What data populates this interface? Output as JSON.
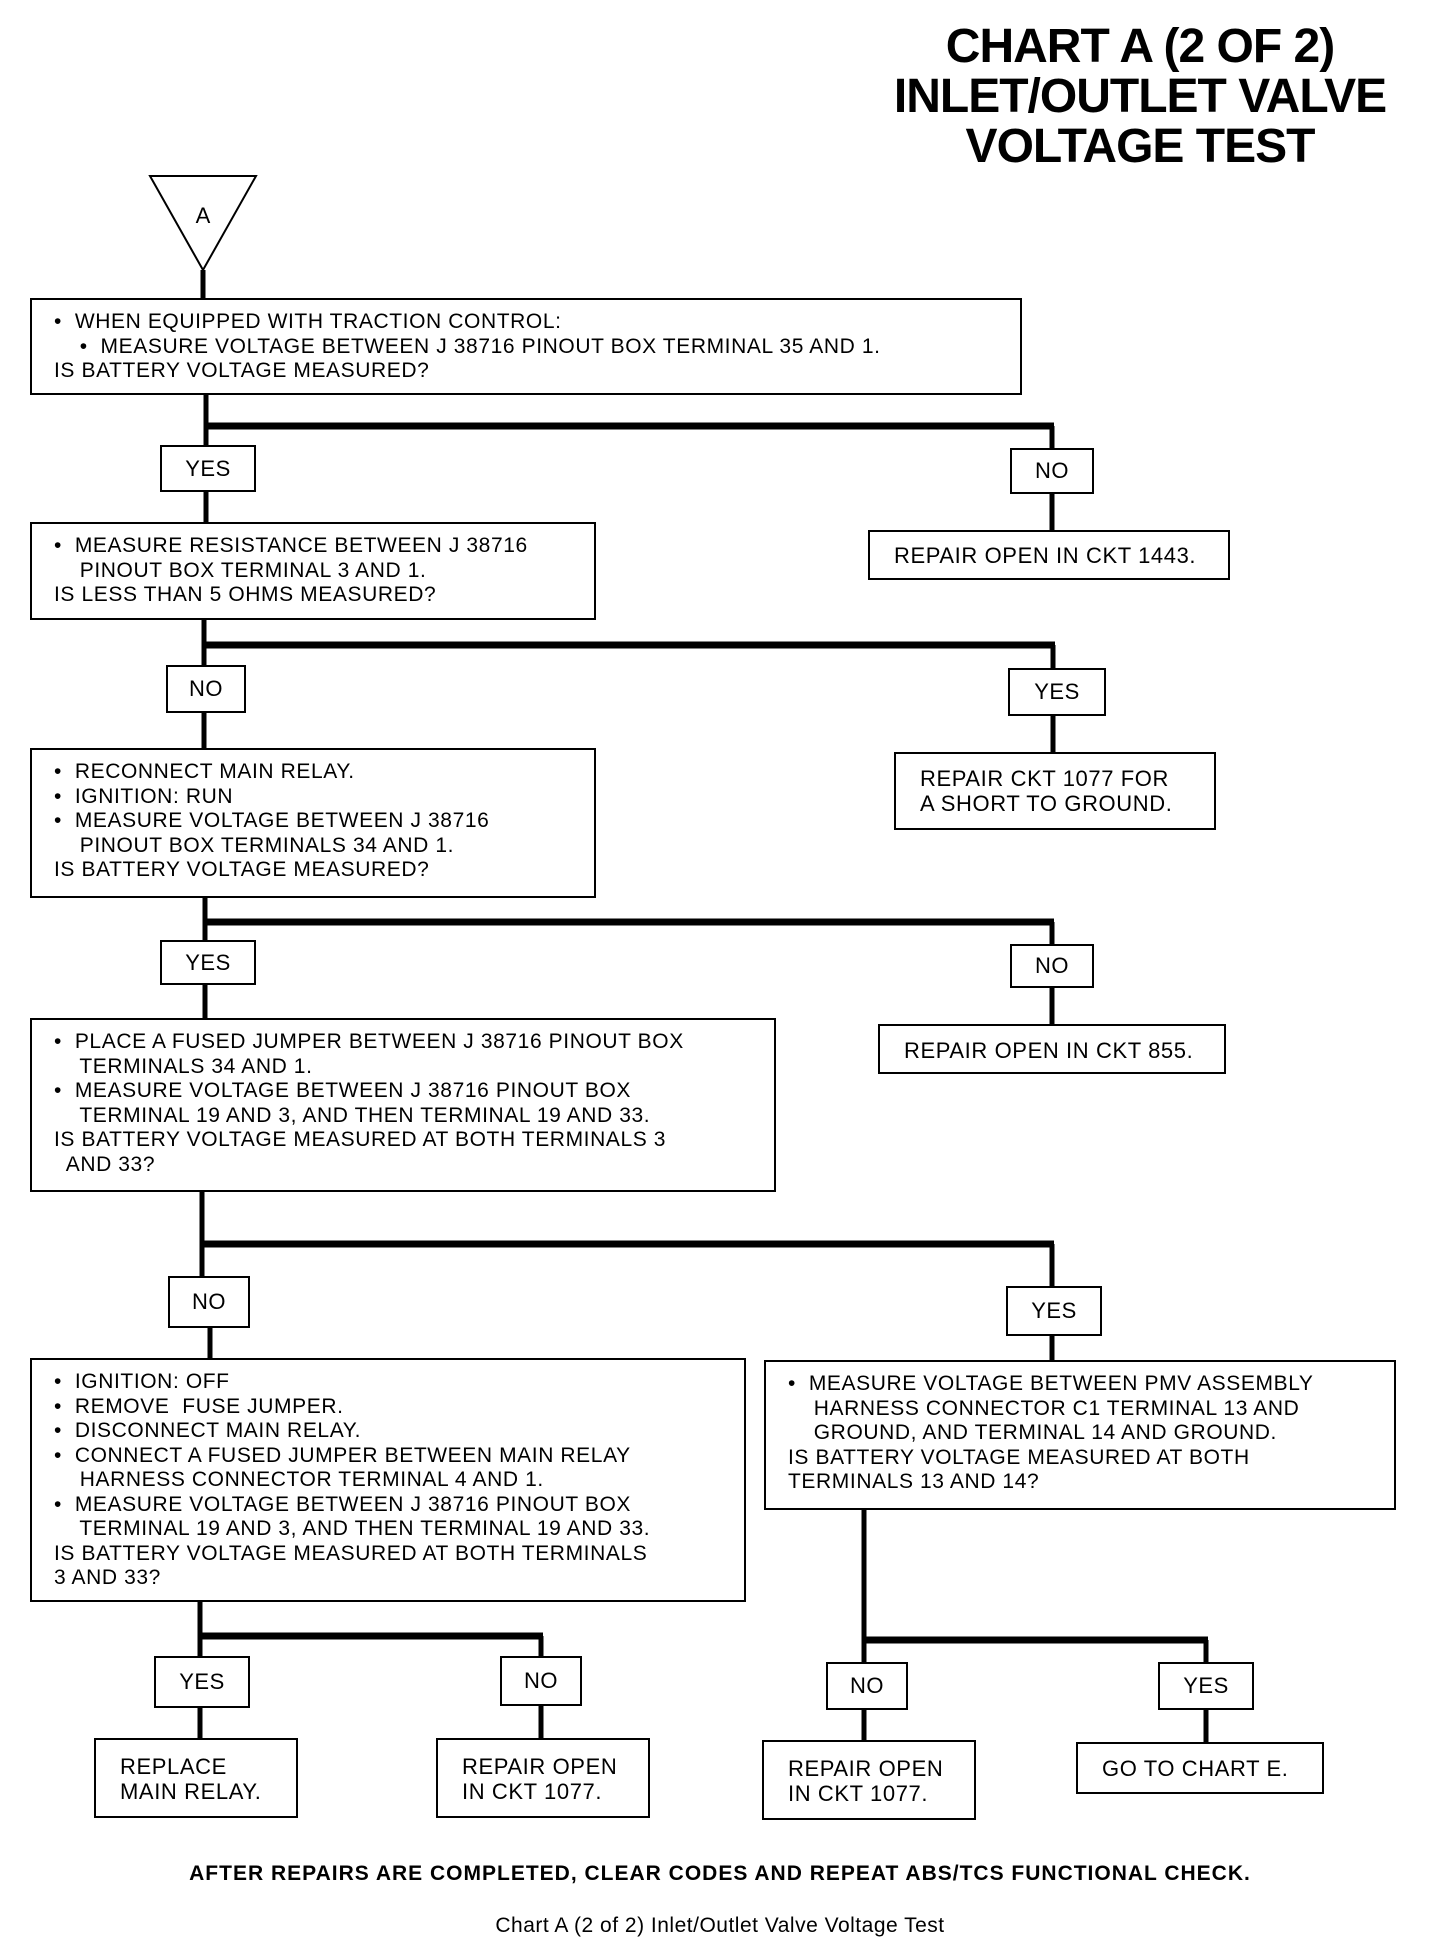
{
  "title": {
    "line1": "CHART A (2 OF 2)",
    "line2": "INLET/OUTLET VALVE",
    "line3": "VOLTAGE TEST"
  },
  "start_symbol": "A",
  "steps": {
    "s1": [
      "•  WHEN EQUIPPED WITH TRACTION CONTROL:",
      "    •  MEASURE VOLTAGE BETWEEN J 38716 PINOUT BOX TERMINAL 35 AND 1.",
      "IS BATTERY VOLTAGE MEASURED?"
    ],
    "s2": [
      "•  MEASURE RESISTANCE BETWEEN J 38716",
      "    PINOUT BOX TERMINAL 3 AND 1.",
      "IS LESS THAN 5 OHMS MEASURED?"
    ],
    "s3": [
      "•  RECONNECT MAIN RELAY.",
      "•  IGNITION: RUN",
      "•  MEASURE VOLTAGE BETWEEN J 38716",
      "    PINOUT BOX TERMINALS 34 AND 1.",
      "IS BATTERY VOLTAGE MEASURED?"
    ],
    "s4": [
      "•  PLACE A FUSED JUMPER BETWEEN J 38716 PINOUT BOX",
      "    TERMINALS 34 AND 1.",
      "•  MEASURE VOLTAGE BETWEEN J 38716 PINOUT BOX",
      "    TERMINAL 19 AND 3, AND THEN TERMINAL 19 AND 33.",
      "IS BATTERY VOLTAGE MEASURED AT BOTH TERMINALS 3",
      "  AND 33?"
    ],
    "s5": [
      "•  IGNITION: OFF",
      "•  REMOVE  FUSE JUMPER.",
      "•  DISCONNECT MAIN RELAY.",
      "•  CONNECT A FUSED JUMPER BETWEEN MAIN RELAY",
      "    HARNESS CONNECTOR TERMINAL 4 AND 1.",
      "•  MEASURE VOLTAGE BETWEEN J 38716 PINOUT BOX",
      "    TERMINAL 19 AND 3, AND THEN TERMINAL 19 AND 33.",
      "IS BATTERY VOLTAGE MEASURED AT BOTH TERMINALS",
      "3 AND 33?"
    ],
    "s6": [
      "•  MEASURE VOLTAGE BETWEEN PMV ASSEMBLY",
      "    HARNESS CONNECTOR C1 TERMINAL 13 AND",
      "    GROUND, AND TERMINAL 14 AND GROUND.",
      "IS BATTERY VOLTAGE MEASURED AT BOTH",
      "TERMINALS 13 AND 14?"
    ]
  },
  "results": {
    "r1": [
      "REPAIR OPEN IN CKT 1443."
    ],
    "r2": [
      "REPAIR CKT 1077 FOR",
      "A SHORT TO GROUND."
    ],
    "r3": [
      "REPAIR OPEN IN CKT 855."
    ],
    "r4": [
      "REPLACE",
      "MAIN RELAY."
    ],
    "r5": [
      "REPAIR OPEN",
      "IN CKT 1077."
    ],
    "r6": [
      "REPAIR OPEN",
      "IN CKT 1077."
    ],
    "r7": [
      "GO TO CHART E."
    ]
  },
  "labels": {
    "yes": "YES",
    "no": "NO"
  },
  "footnote": "AFTER REPAIRS ARE COMPLETED, CLEAR CODES AND REPEAT ABS/TCS FUNCTIONAL CHECK.",
  "caption": "Chart A (2 of 2) Inlet/Outlet Valve Voltage Test"
}
